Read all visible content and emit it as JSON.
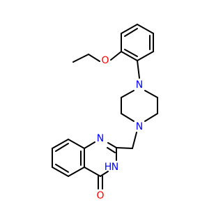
{
  "molecule": {
    "atoms": {
      "o_ether": {
        "symbol": "O",
        "color": "#ff0000"
      },
      "n_upper": {
        "symbol": "N",
        "color": "#0000ff"
      },
      "n_lower": {
        "symbol": "N",
        "color": "#0000ff"
      },
      "n_ring": {
        "symbol": "N",
        "color": "#0000ff"
      },
      "nh_ring": {
        "symbol": "N",
        "hydrogen": "H",
        "color": "#0000ff"
      },
      "o_carbonyl": {
        "symbol": "O",
        "color": "#ff0000"
      }
    }
  }
}
